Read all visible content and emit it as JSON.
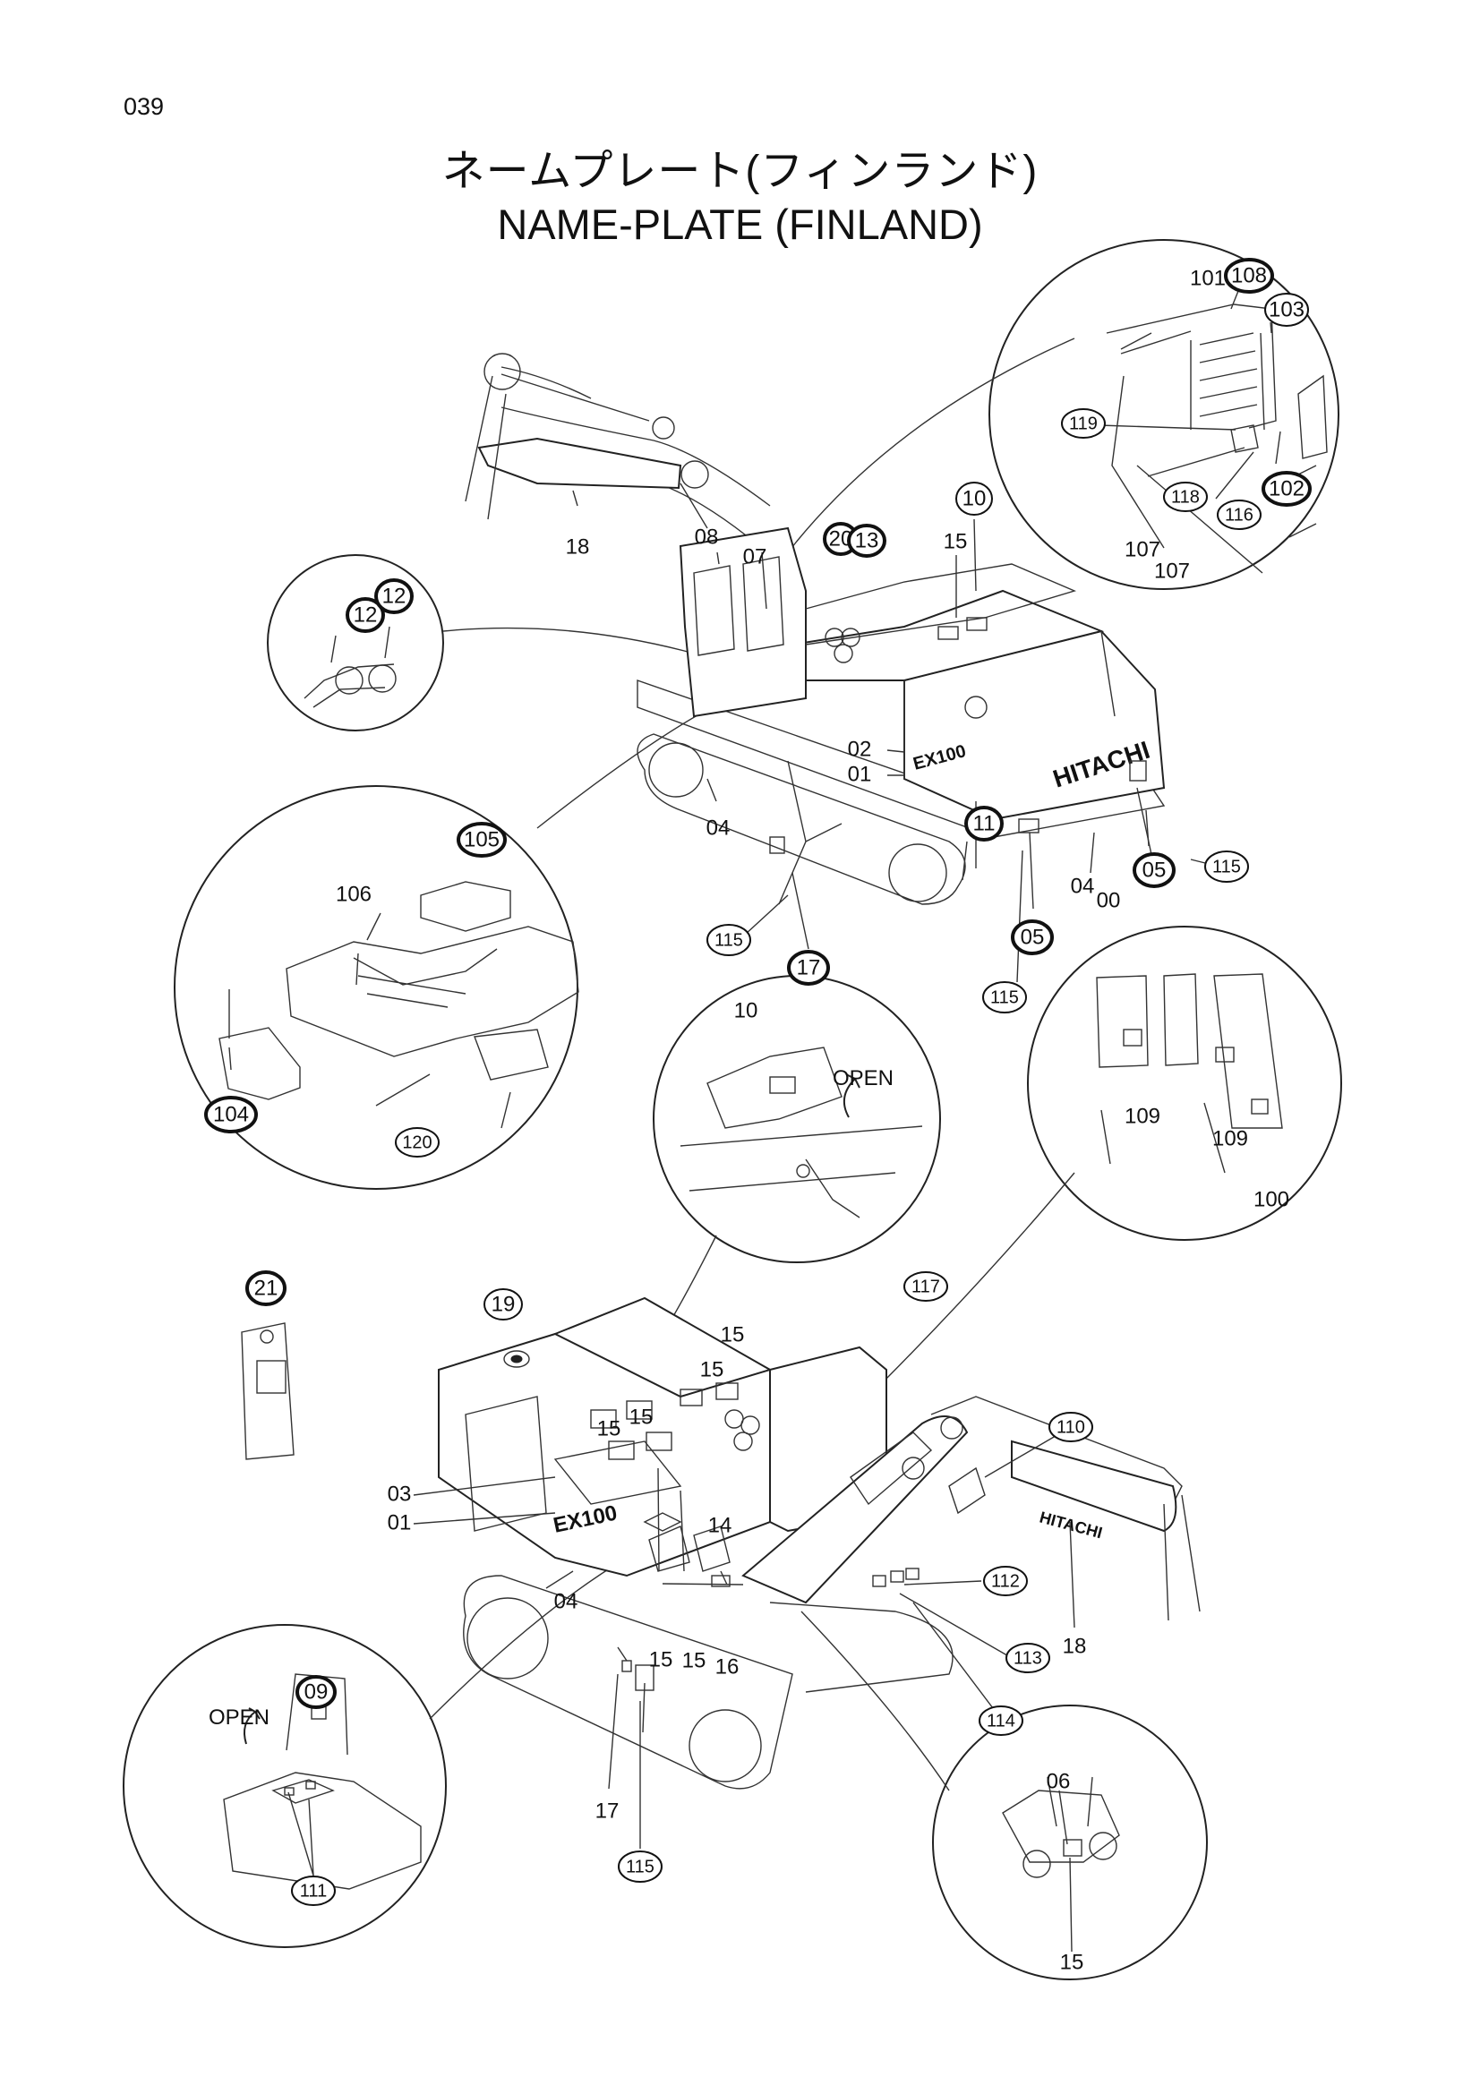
{
  "page_number": "039",
  "title_jp": "ネームプレート(フィンランド)",
  "title_en": "NAME-PLATE (FINLAND)",
  "brand_text": "HITACHI",
  "model_text": "EX100",
  "open_text": "OPEN",
  "parts": {
    "p00": "00",
    "p01": "01",
    "p02": "02",
    "p03": "03",
    "p04": "04",
    "p05": "05",
    "p06": "06",
    "p07": "07",
    "p08": "08",
    "p09": "09",
    "p10": "10",
    "p11": "11",
    "p12": "12",
    "p13": "13",
    "p14": "14",
    "p15": "15",
    "p16": "16",
    "p17": "17",
    "p18": "18",
    "p19": "19",
    "p20": "20",
    "p21": "21",
    "p100": "100",
    "p101": "101",
    "p102": "102",
    "p103": "103",
    "p104": "104",
    "p105": "105",
    "p106": "106",
    "p107": "107",
    "p108": "108",
    "p109": "109",
    "p110": "110",
    "p111": "111",
    "p112": "112",
    "p113": "113",
    "p114": "114",
    "p115": "115",
    "p116": "116",
    "p117": "117",
    "p118": "118",
    "p119": "119",
    "p120": "120"
  }
}
